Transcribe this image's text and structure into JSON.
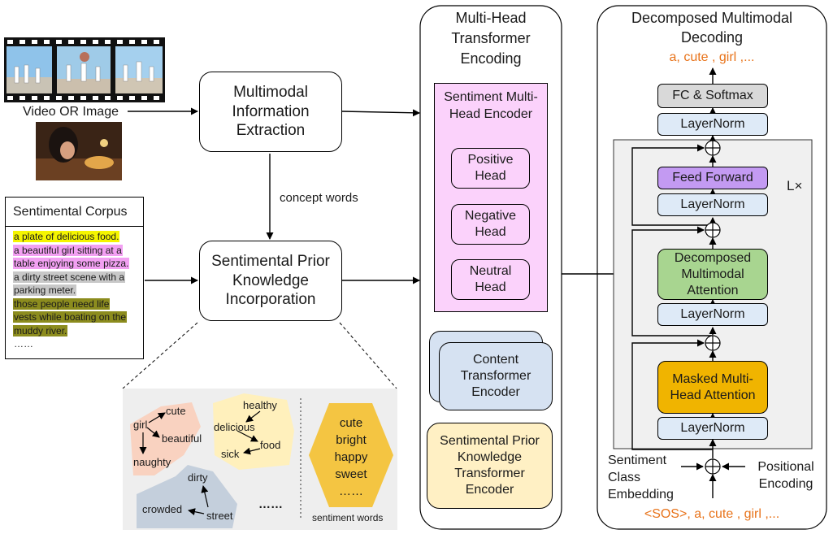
{
  "input": {
    "video_label": "Video OR Image",
    "corpus_title": "Sentimental Corpus",
    "corpus_sentences": [
      {
        "text": "a plate of delicious food.",
        "highlight": "#f5f500"
      },
      {
        "text": "a beautiful girl sitting at a",
        "highlight": "#f2a0f2"
      },
      {
        "text": "table enjoying some pizza.",
        "highlight": "#f2a0f2"
      },
      {
        "text": "a dirty street scene with a",
        "highlight": "#c8c8c8"
      },
      {
        "text": "parking meter.",
        "highlight": "#c8c8c8"
      },
      {
        "text": "those people need life",
        "highlight": "#8c8c1e"
      },
      {
        "text": "vests while boating on the",
        "highlight": "#8c8c1e"
      },
      {
        "text": "muddy river.",
        "highlight": "#8c8c1e"
      },
      {
        "text": "……",
        "highlight": ""
      }
    ]
  },
  "modules": {
    "extraction_label": "Multimodal Information Extraction",
    "concept_words": "concept words",
    "prior_label": "Sentimental Prior Knowledge Incorporation"
  },
  "knowledge": {
    "cluster1": [
      "girl",
      "cute",
      "beautiful",
      "naughty"
    ],
    "cluster2": [
      "healthy",
      "delicious",
      "food",
      "sick"
    ],
    "cluster3": [
      "dirty",
      "crowded",
      "street"
    ],
    "ellipsis": "……",
    "sentiment_hex_words": [
      "cute",
      "bright",
      "happy",
      "sweet",
      "……"
    ],
    "sentiment_caption": "sentiment words"
  },
  "encoding": {
    "panel_title": "Multi-Head Transformer Encoding",
    "sentiment_encoder": "Sentiment Multi-Head Encoder",
    "heads": [
      "Positive Head",
      "Negative Head",
      "Neutral Head"
    ],
    "content_encoder": "Content Transformer Encoder",
    "prior_encoder": "Sentimental Prior Knowledge Transformer Encoder"
  },
  "decoding": {
    "panel_title": "Decomposed Multimodal Decoding",
    "output_tokens": "a, cute , girl ,...",
    "fc_softmax": "FC & Softmax",
    "layernorm": "LayerNorm",
    "feed_forward": "Feed Forward",
    "decomposed_attention": "Decomposed Multimodal Attention",
    "masked_attention": "Masked Multi-Head Attention",
    "repeat": "L×",
    "sentiment_class": "Sentiment Class Embedding",
    "positional": "Positional Encoding",
    "input_tokens": "<SOS>, a, cute , girl ,..."
  },
  "colors": {
    "orange_text": "#e8731a",
    "extraction_fill": "#fbe0d2",
    "prior_fill": "#fff0c4",
    "sentiment_encoder_fill": "#fbd2fb",
    "content_fill": "#d6e2f2",
    "layernorm_fill": "#deeaf7",
    "fc_fill": "#d9d9d9",
    "feed_forward_fill": "#c39af2",
    "attention_fill": "#a8d590",
    "masked_fill": "#f0b400"
  }
}
